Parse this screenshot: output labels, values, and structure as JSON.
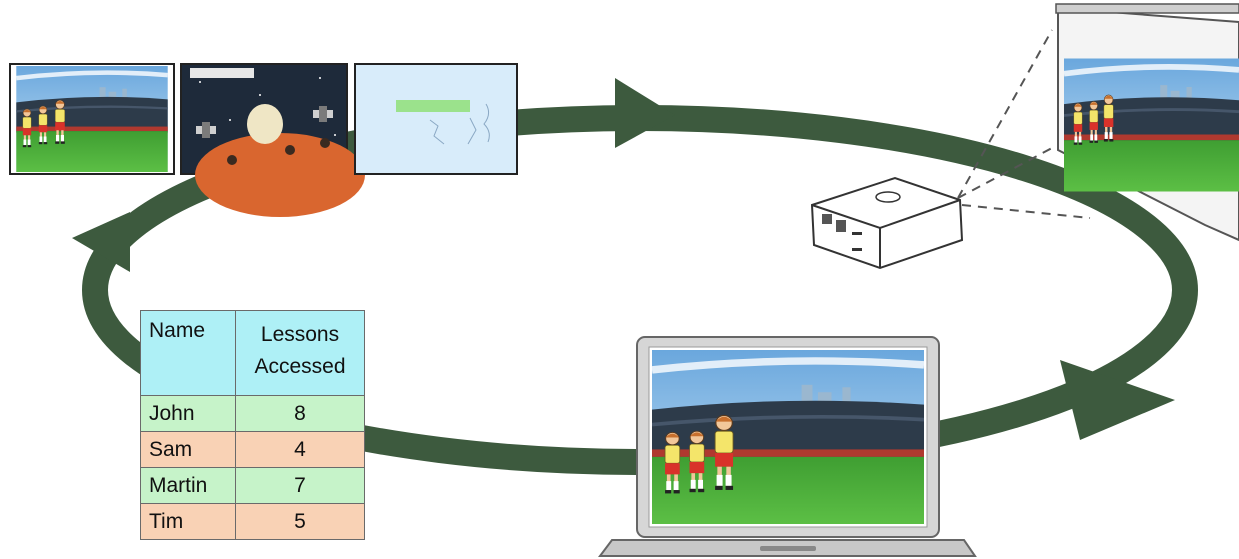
{
  "slides": {
    "slide_2_caption": "",
    "slide_3_title": "",
    "slide_3_bullets": [
      "",
      "",
      "",
      "",
      ""
    ]
  },
  "table": {
    "headers": [
      "Name",
      "Lessons Accessed"
    ],
    "header_count_lines": [
      "Lessons",
      "Accessed"
    ],
    "rows": [
      {
        "name": "John",
        "lessons": "8"
      },
      {
        "name": "Sam",
        "lessons": "4"
      },
      {
        "name": "Martin",
        "lessons": "7"
      },
      {
        "name": "Tim",
        "lessons": "5"
      }
    ]
  },
  "colors": {
    "cycle_arrow": "#3d5a3e",
    "table_header_bg": "#aef0f6",
    "table_row_green": "#c6f3c9",
    "table_row_peach": "#f9d2b5",
    "sky": "#a9d2ef",
    "pitch": "#4caf3a",
    "stadium": "#2d3b4a",
    "space": "#1e2a3a",
    "planet": "#d9662f"
  },
  "icons": [
    "projector-icon",
    "laptop-icon",
    "projection-screen-icon",
    "cycle-arrow-icon"
  ]
}
